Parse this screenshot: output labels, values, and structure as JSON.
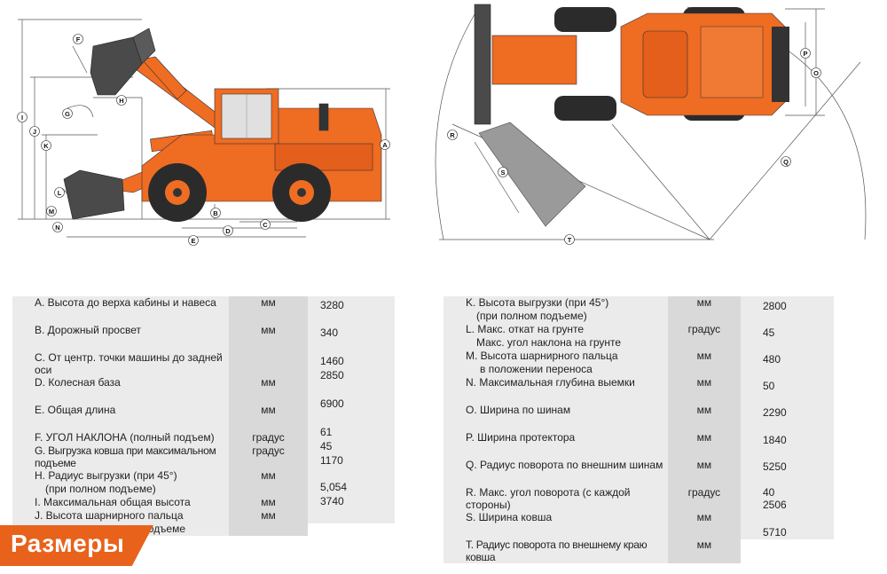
{
  "page": {
    "title": "Размеры"
  },
  "colors": {
    "accent": "#e8621c",
    "machine_body": "#ef6c23",
    "tire": "#2b2b2b",
    "bucket": "#4a4a4a"
  },
  "diagram_letters": {
    "side": [
      "A",
      "B",
      "C",
      "D",
      "E",
      "F",
      "G",
      "H",
      "I",
      "J",
      "K",
      "L",
      "M",
      "N"
    ],
    "top": [
      "O",
      "P",
      "Q",
      "R",
      "S",
      "T"
    ]
  },
  "specs_left": [
    {
      "label": "A. Высота до верха кабины и навеса",
      "unit": "мм",
      "value": "3280"
    },
    {
      "label": "B. Дорожный просвет",
      "unit": "мм",
      "value": "340"
    },
    {
      "label": "C. От центр. точки машины до задней оси",
      "unit": "",
      "value": "1460"
    },
    {
      "label": "D. Колесная база",
      "unit": "мм",
      "value": "2850"
    },
    {
      "label": "E. Общая длина",
      "unit": "мм",
      "value": "6900"
    },
    {
      "label": "F.  УГОЛ НАКЛОНА (полный подъем)",
      "unit": "градус",
      "value": "61"
    },
    {
      "label": "G. Выгрузка ковша при максимальном подъеме",
      "unit": "градус",
      "value": "45"
    },
    {
      "label": "H. Радиус выгрузки (при 45°)",
      "label2": "(при полном подъеме)",
      "unit": "мм",
      "value": "1170"
    },
    {
      "label": "I. Максимальная общая высота",
      "unit": "мм",
      "value": "5,054"
    },
    {
      "label": "J. Высота шарнирного пальца",
      "label2": "при максимальном подъеме",
      "unit": "мм",
      "value": "3740"
    }
  ],
  "specs_right": [
    {
      "label": "K. Высота выгрузки (при 45°)",
      "label2": "(при полном подъеме)",
      "unit": "мм",
      "value": "2800"
    },
    {
      "label": "L.  Макс. откат на грунте",
      "label2": "Макс. угол наклона на грунте",
      "unit": "градус",
      "value": "45"
    },
    {
      "label": "M. Высота шарнирного пальца",
      "label2": "в положении переноса",
      "unit": "мм",
      "value": "480"
    },
    {
      "label": "N. Максимальная глубина выемки",
      "unit": "мм",
      "value": "50"
    },
    {
      "label": "O. Ширина по шинам",
      "unit": "мм",
      "value": "2290"
    },
    {
      "label": "P. Ширина протектора",
      "unit": "мм",
      "value": "1840"
    },
    {
      "label": "Q. Радиус поворота по внешним шинам",
      "unit": "мм",
      "value": "5250"
    },
    {
      "label": "R. Макс. угол поворота (с каждой стороны)",
      "unit": "градус",
      "value": "40"
    },
    {
      "label": "S. Ширина ковша",
      "unit": "мм",
      "value": "2506"
    },
    {
      "label": "T. Радиус поворота по внешнему краю ковша",
      "unit": "мм",
      "value": "5710"
    }
  ]
}
